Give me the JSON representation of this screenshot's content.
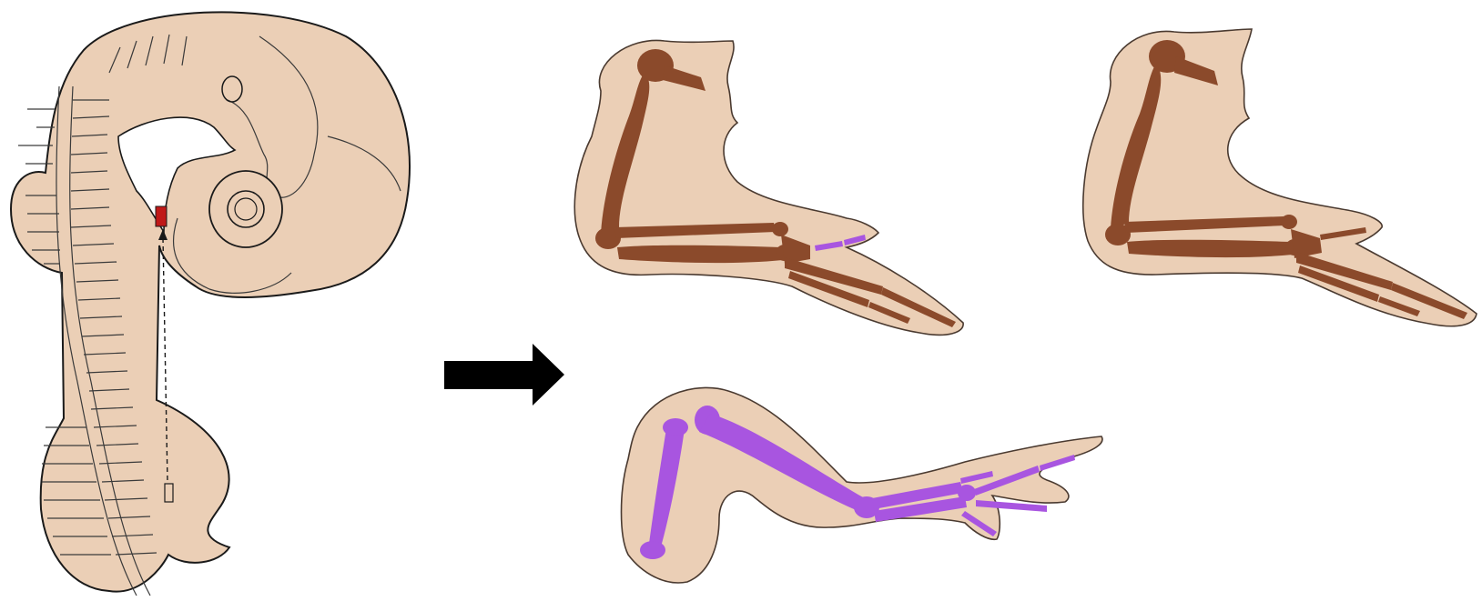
{
  "colors": {
    "background": "#ffffff",
    "skin": "#ebcfb6",
    "bone_brown": "#8b4a2b",
    "bone_purple": "#a855e0",
    "graft_red": "#c01818",
    "arrow": "#000000"
  },
  "panels": [
    {
      "id": "embryo",
      "graft_site": "red-box",
      "donor_site": "open-box"
    },
    {
      "id": "wing-partial-duplication",
      "bone_colors": [
        "bone_brown",
        "bone_purple"
      ]
    },
    {
      "id": "wing-normal",
      "bone_colors": [
        "bone_brown"
      ]
    },
    {
      "id": "wing-full-duplication",
      "bone_colors": [
        "bone_purple"
      ]
    }
  ]
}
